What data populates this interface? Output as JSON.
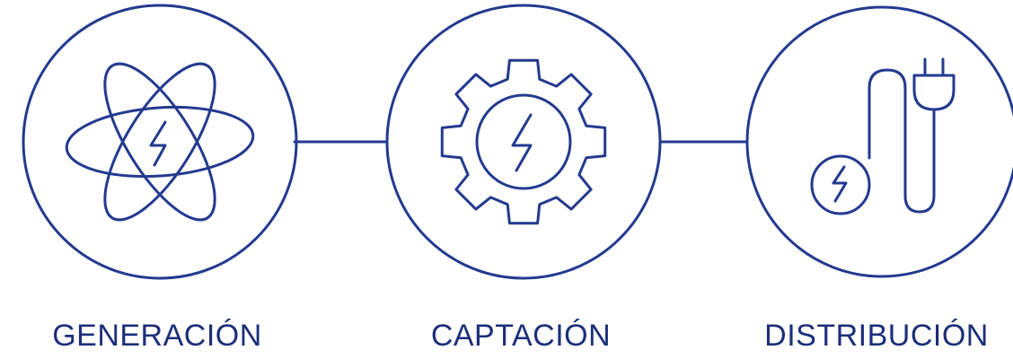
{
  "theme": {
    "line_color": "#233a8f",
    "text_color": "#1d2f7a",
    "background": "#ffffff"
  },
  "stages": [
    {
      "label": "GENERACIÓN",
      "icon": "atom-lightning-icon"
    },
    {
      "label": "CAPTACIÓN",
      "icon": "gear-lightning-icon"
    },
    {
      "label": "DISTRIBUCIÓN",
      "icon": "plug-cable-lightning-icon"
    }
  ]
}
